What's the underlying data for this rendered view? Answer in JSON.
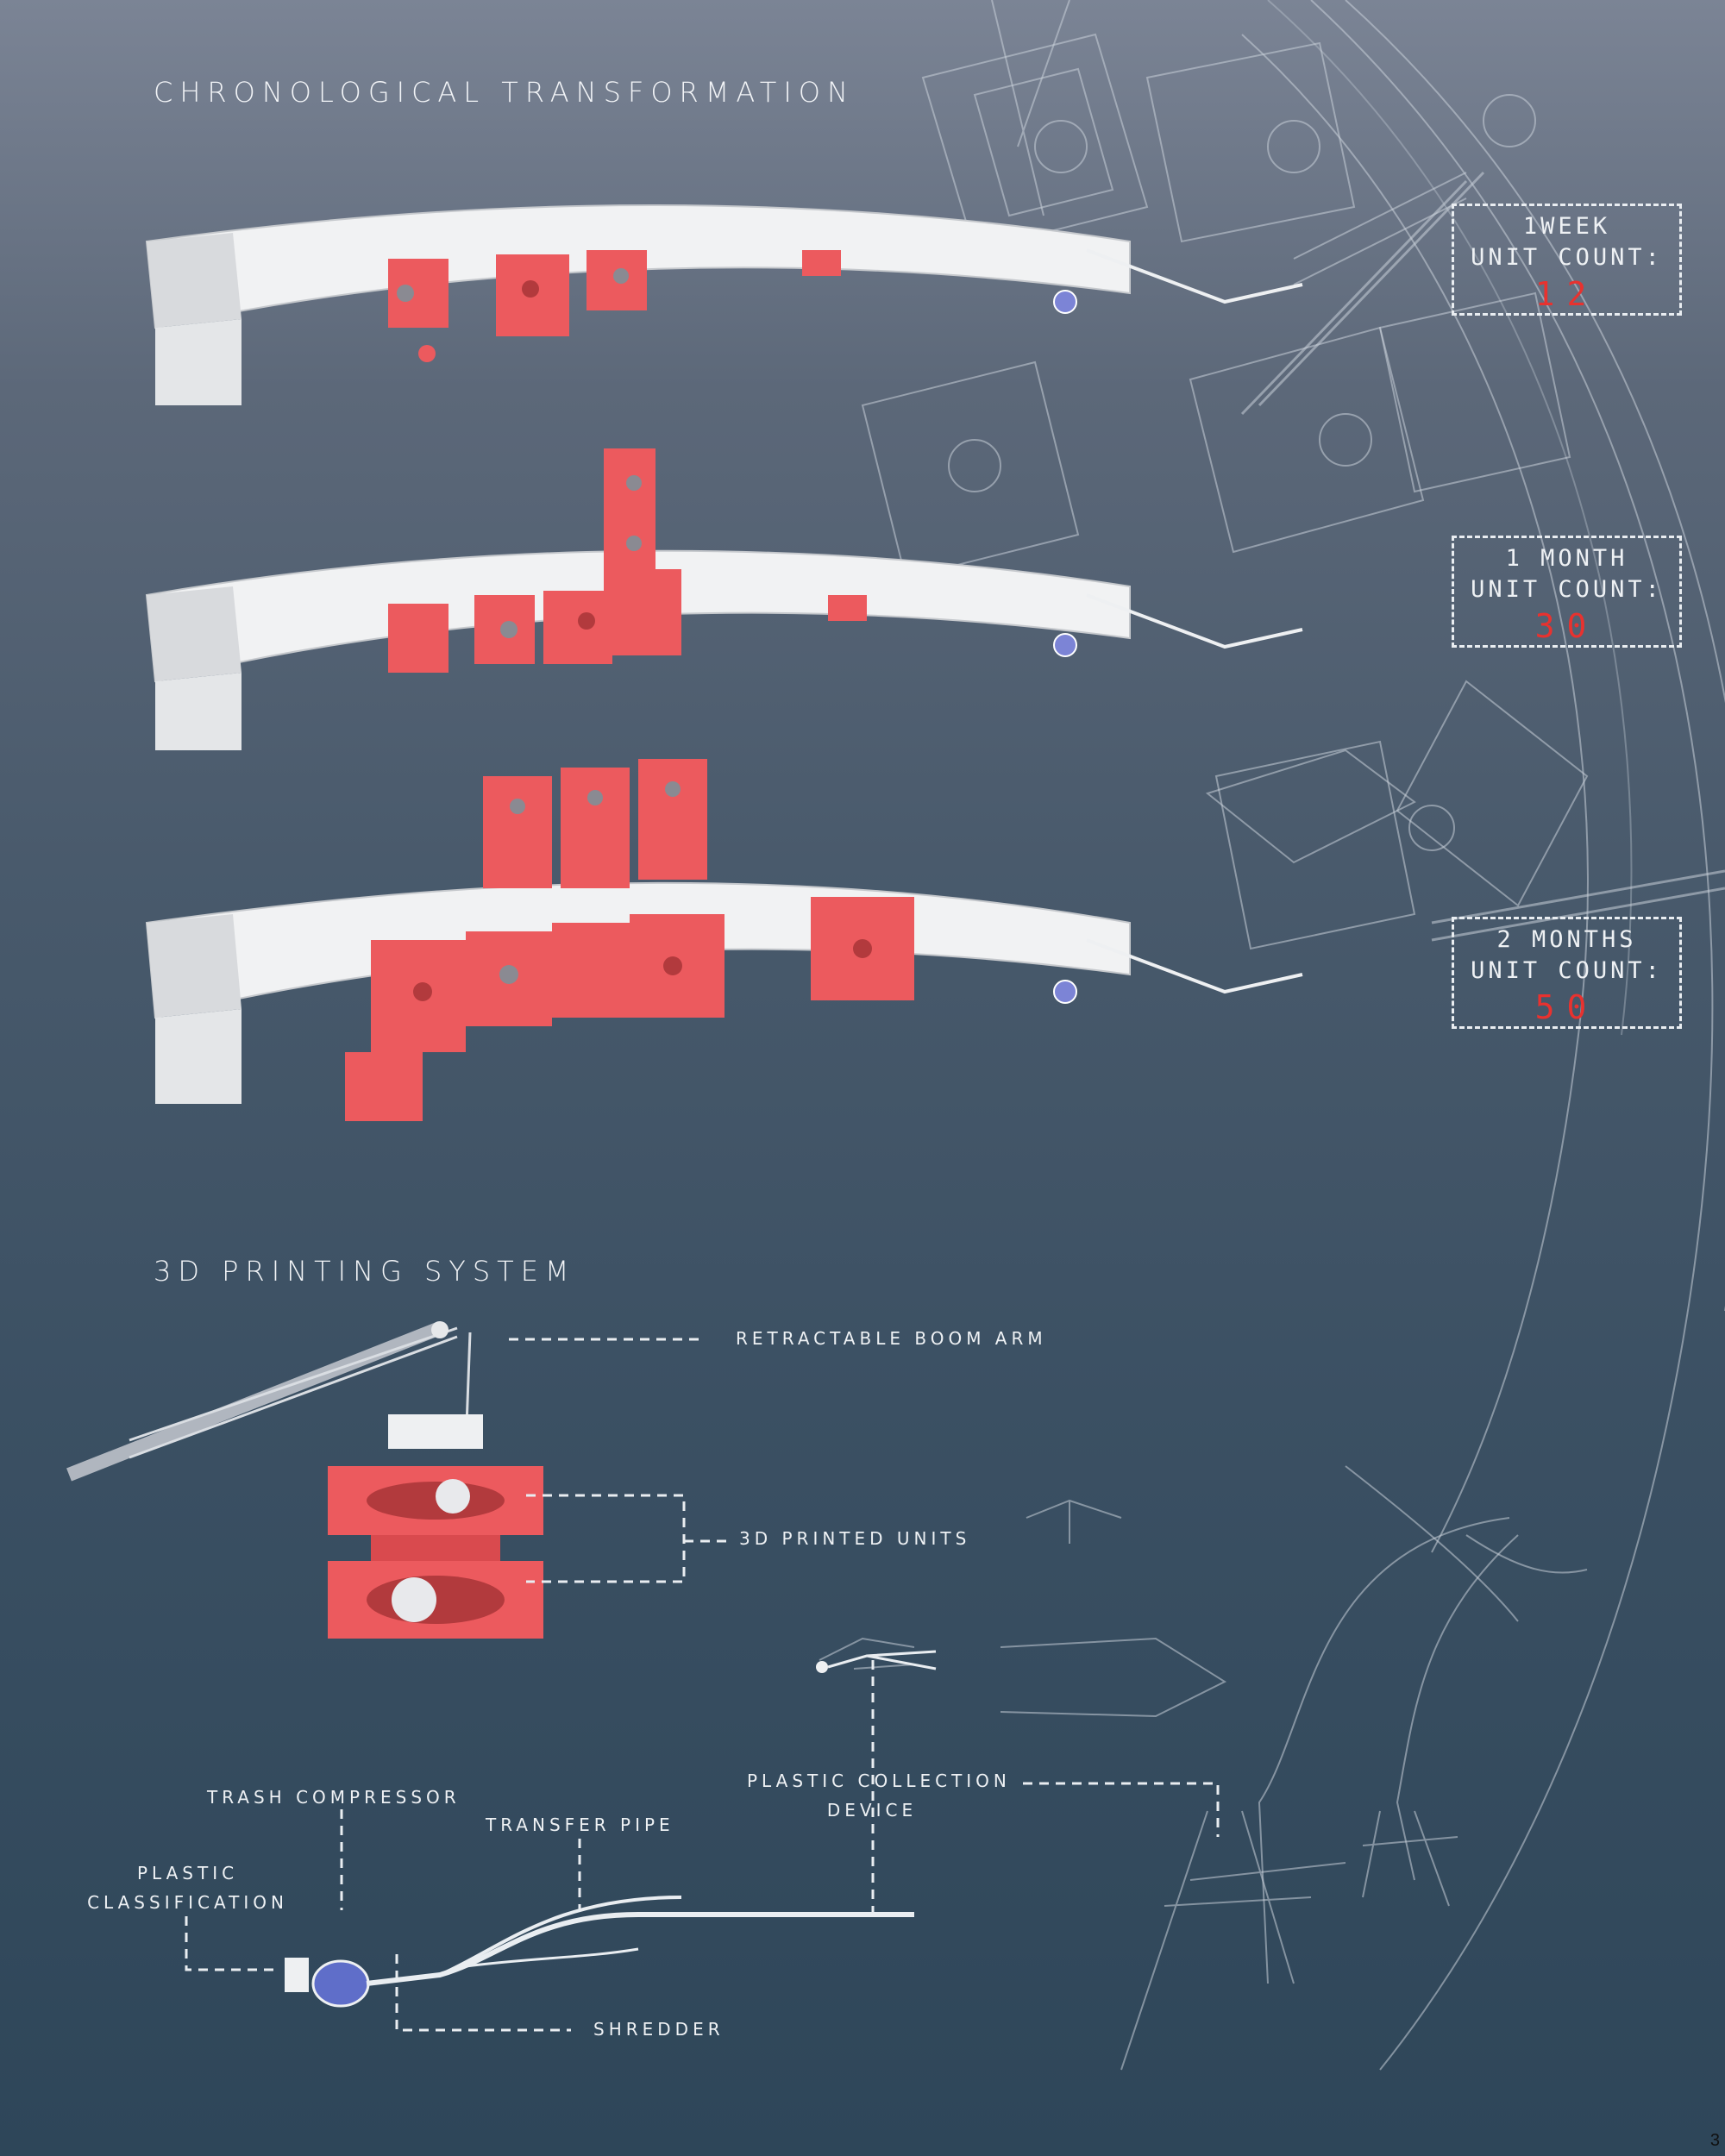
{
  "section1": {
    "title": "CHRONOLOGICAL TRANSFORMATION"
  },
  "stages": [
    {
      "period": "1WEEK",
      "count_label": "UNIT COUNT:",
      "count": "12"
    },
    {
      "period": "1 MONTH",
      "count_label": "UNIT COUNT:",
      "count": "30"
    },
    {
      "period": "2 MONTHS",
      "count_label": "UNIT COUNT:",
      "count": "50"
    }
  ],
  "section2": {
    "title": "3D PRINTING SYSTEM"
  },
  "callouts": {
    "boom_arm": "RETRACTABLE BOOM ARM",
    "printed_units": "3D PRINTED UNITS",
    "trash_compressor": "TRASH COMPRESSOR",
    "transfer_pipe": "TRANSFER PIPE",
    "plastic_collection_line1": "PLASTIC COLLECTION",
    "plastic_collection_line2": "DEVICE",
    "plastic_classification_line1": "PLASTIC",
    "plastic_classification_line2": "CLASSIFICATION",
    "shredder": "SHREDDER"
  },
  "page_number": "3",
  "colors": {
    "unit_red": "#ec5a5e",
    "count_red": "#e8322f",
    "structure_white": "#f1f2f3",
    "line_white": "#e9edf1"
  }
}
